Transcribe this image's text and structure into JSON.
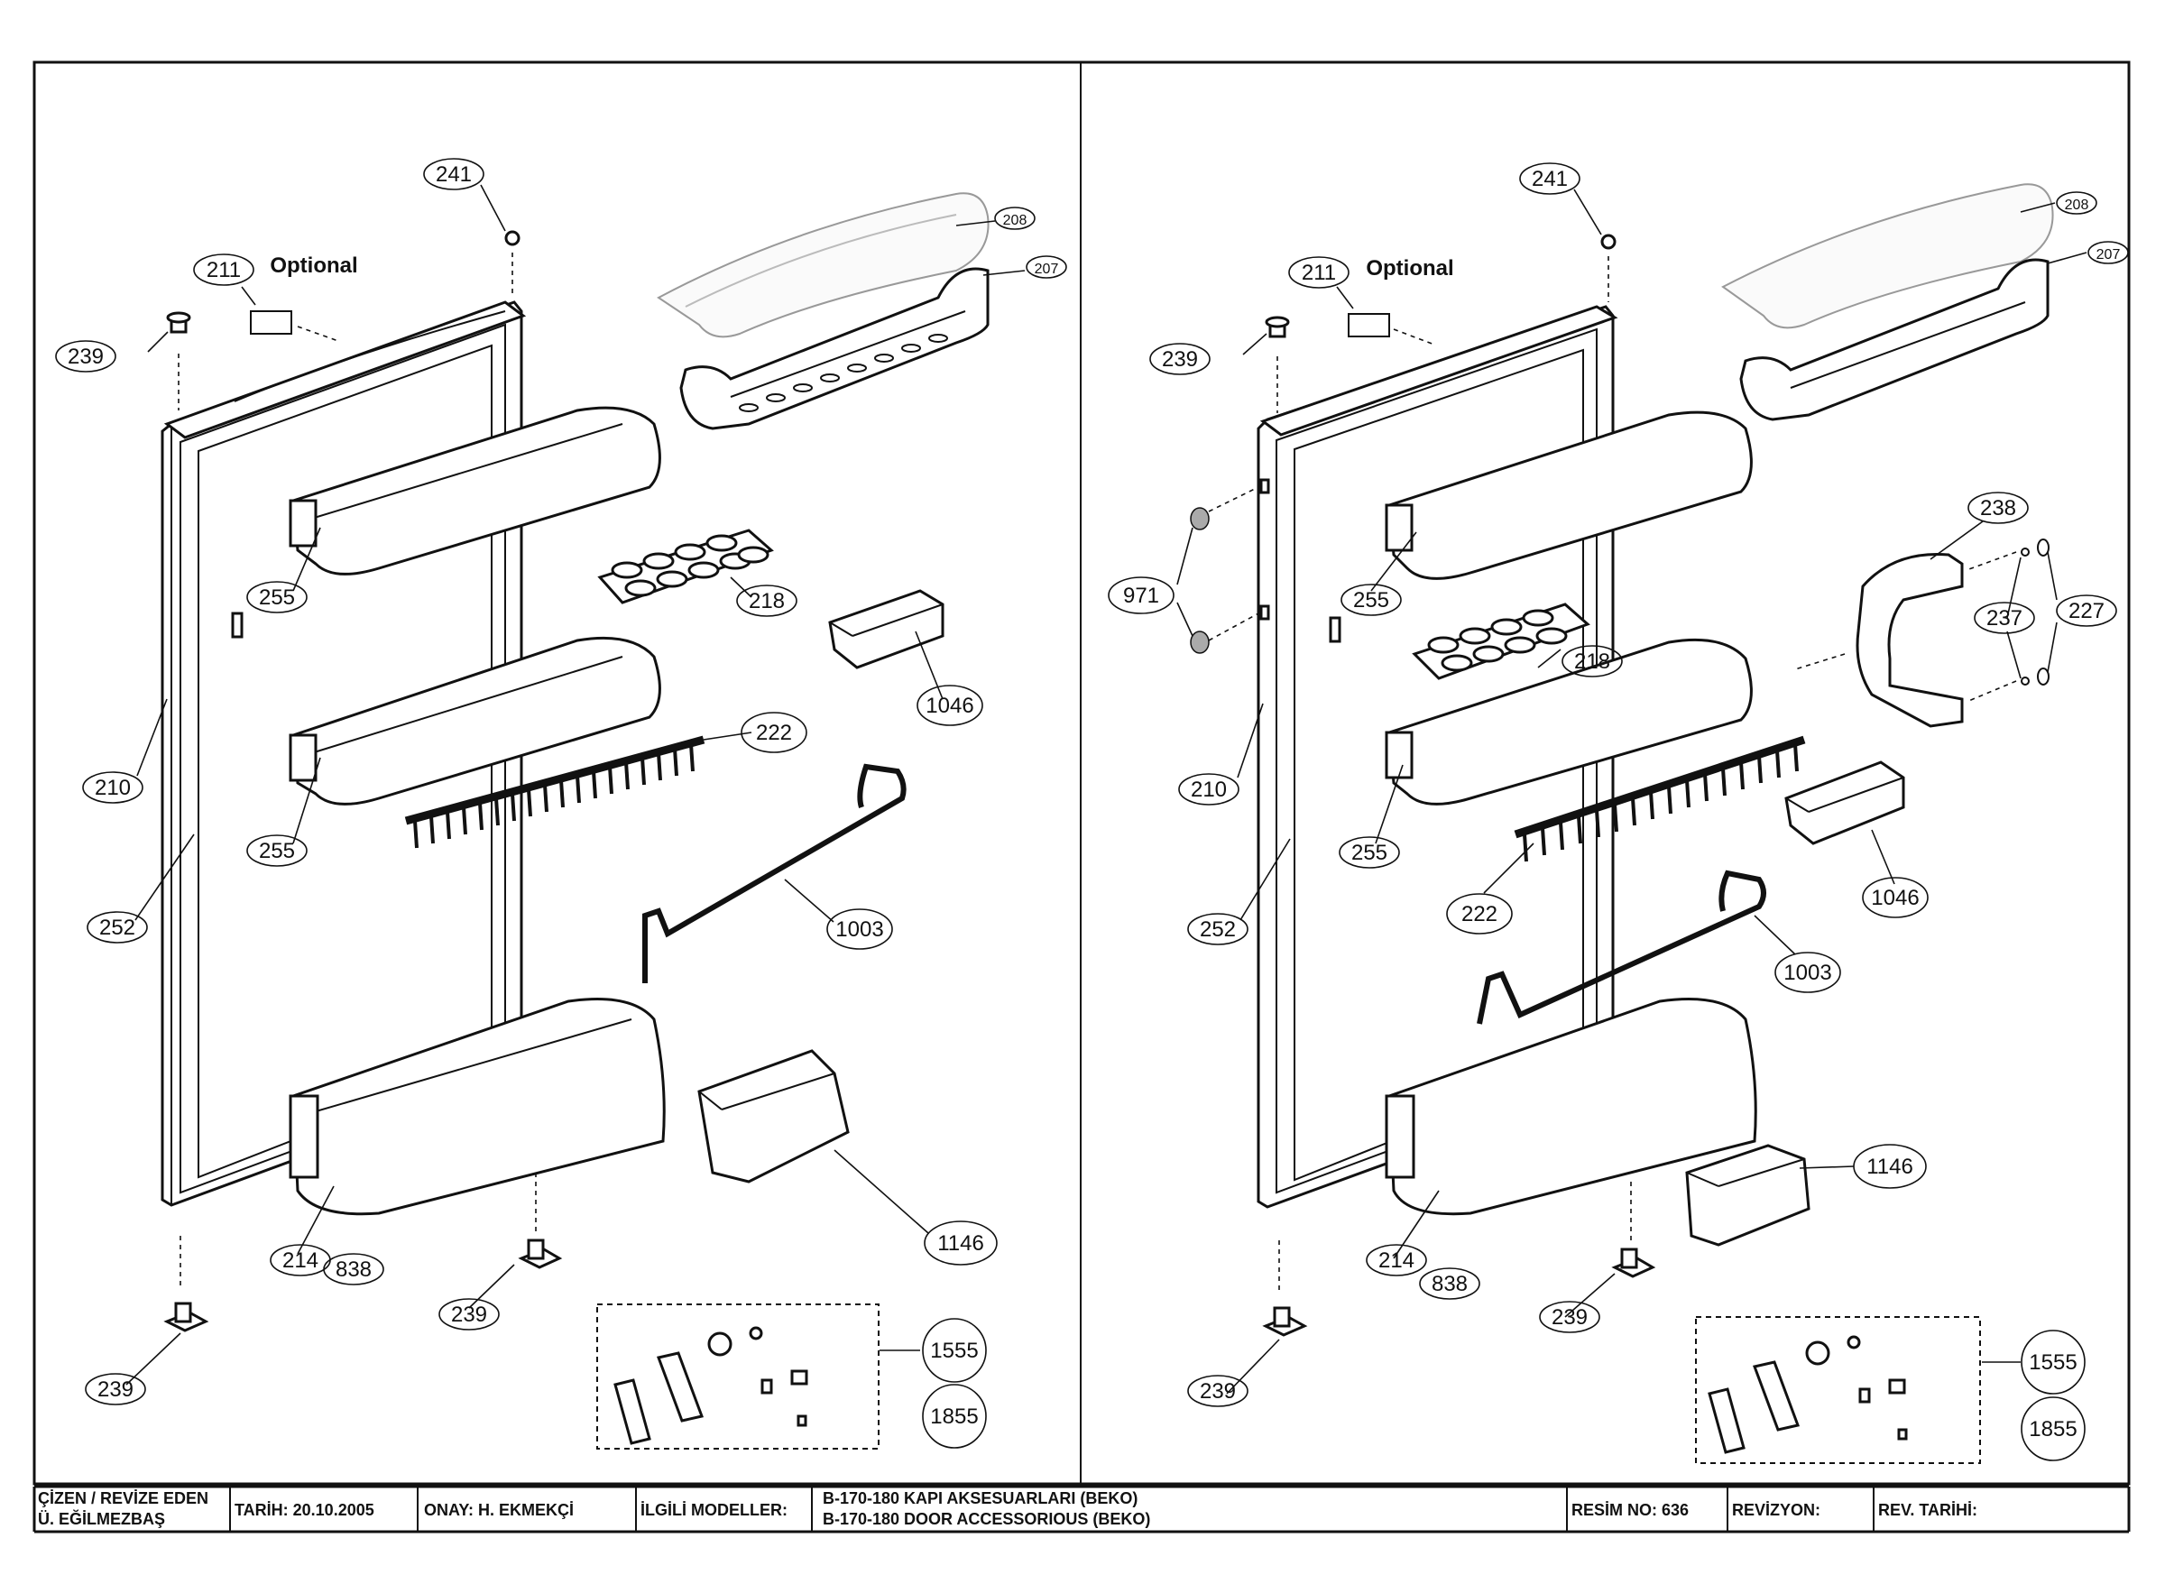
{
  "optional_note": "Optional",
  "left_panel": {
    "callouts": [
      "241",
      "211",
      "239",
      "208",
      "207",
      "255",
      "218",
      "1046",
      "222",
      "210",
      "255",
      "252",
      "1003",
      "214",
      "838",
      "1146",
      "239",
      "239",
      "1555",
      "1855"
    ]
  },
  "right_panel": {
    "callouts": [
      "241",
      "211",
      "239",
      "208",
      "207",
      "971",
      "255",
      "238",
      "237",
      "227",
      "218",
      "210",
      "1046",
      "255",
      "222",
      "252",
      "1003",
      "1146",
      "214",
      "838",
      "239",
      "239",
      "1555",
      "1855"
    ]
  },
  "title_block": {
    "drawn_by_label": "ÇİZEN / REVİZE EDEN",
    "drawn_by_name": "Ü. EĞİLMEZBAŞ",
    "date": "TARİH: 20.10.2005",
    "approval": "ONAY: H. EKMEKÇİ",
    "models_label": "İLGİLİ MODELLER:",
    "models_line1": "B-170-180 KAPI AKSESUARLARI (BEKO)",
    "models_line2": "B-170-180 DOOR  ACCESSORIOUS (BEKO)",
    "drawing_no": "RESİM NO: 636",
    "revision": "REVİZYON:",
    "revision_date": "REV. TARİHİ:"
  }
}
